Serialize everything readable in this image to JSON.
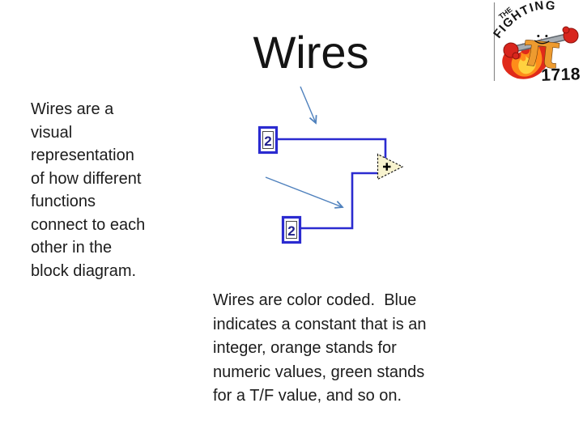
{
  "slide": {
    "title": "Wires",
    "left_text_block": "Wires are a\nvisual\nrepresentation\nof how different\nfunctions\nconnect to each\nother in the\nblock diagram.",
    "bottom_text_block": "Wires are color coded.  Blue\nindicates a constant that is an\ninteger, orange stands for\nnumeric values, green stands\nfor a T/F value, and so on."
  },
  "diagram": {
    "top_constant_value": "2",
    "bottom_constant_value": "2",
    "add_function_symbol": "+",
    "wire_color": "#2B2BD0",
    "constant_border_color": "#2B2BD0",
    "constant_text_color": "#20208C",
    "add_function_fill": "#F8F3CF",
    "add_function_border_color": "#1A1A1A",
    "annotation_arrow_color": "#4F81BD"
  },
  "logo": {
    "text_the": "THE",
    "text_fighting": "FIGHTING",
    "pi_symbol": "π",
    "team_number": "1718",
    "pi_color": "#ED9B2F",
    "glove_color": "#D8251D",
    "flame_red": "#E02A1A",
    "flame_orange": "#FF8C1A",
    "flame_yellow": "#FFD23F"
  }
}
